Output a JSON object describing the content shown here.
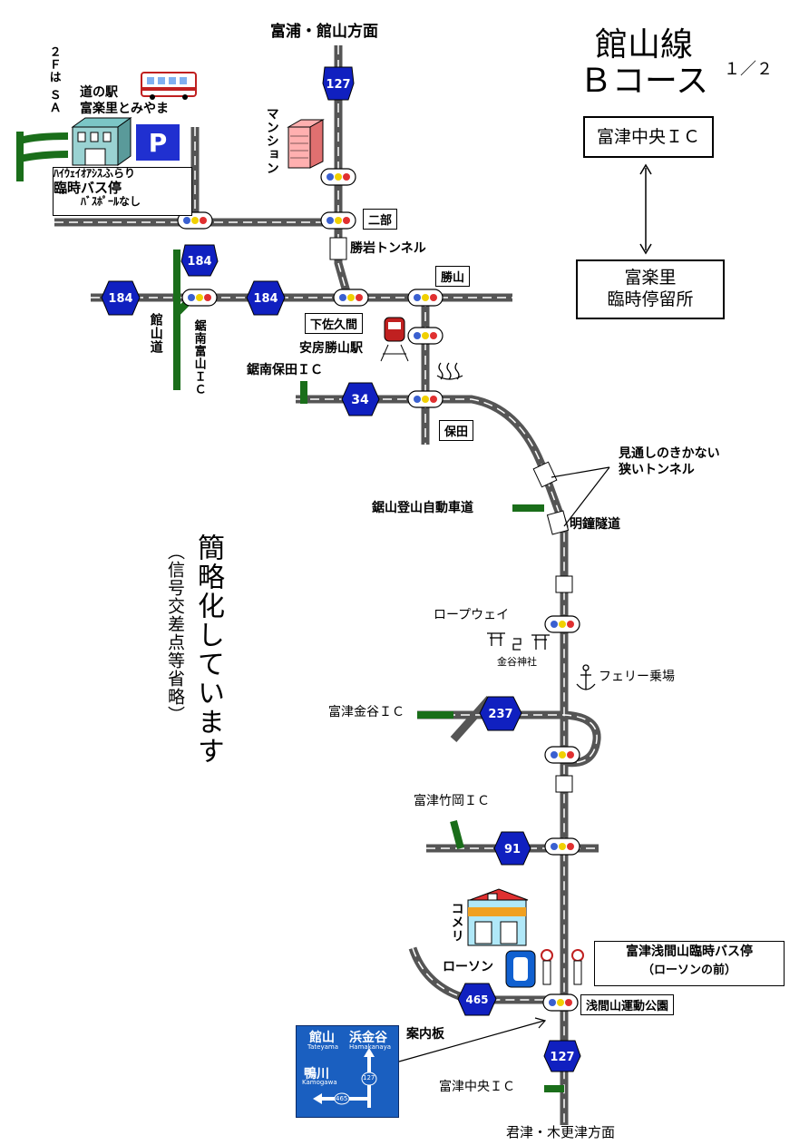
{
  "title": {
    "line1": "館山線",
    "line2": "Ｂコース",
    "page": "１／２"
  },
  "route": {
    "from": "富津中央ＩＣ",
    "to_line1": "富楽里",
    "to_line2": "臨時停留所"
  },
  "directions": {
    "north": "富浦・館山方面",
    "south": "君津・木更津方面"
  },
  "note": {
    "main": "簡略化しています",
    "sub": "（信号交差点等省略）"
  },
  "roads": {
    "r127": "127",
    "r184": "184",
    "r34": "34",
    "r237": "237",
    "r91": "91",
    "r465": "465"
  },
  "places": {
    "michinoeki_1": "道の駅",
    "michinoeki_2": "富楽里とみやま",
    "sa_vertical": "２Ｆは ＳＡ",
    "highway_oasis": "ﾊｲｳｪｲｵｱｼｽふらり",
    "temp_stop": "臨時バス停",
    "no_pole": "ﾊﾞｽﾎﾟｰﾙなし",
    "mansion": "マンション",
    "nibu": "二部",
    "katsuiwa_tunnel": "勝岩トンネル",
    "katsuyama": "勝山",
    "shimosakuma": "下佐久間",
    "awakatsuyama_station": "安房勝山駅",
    "tateyama_road": "館山道",
    "kyonan_tomiyama_ic": "鋸南富山ＩＣ",
    "kyonan_hota_ic": "鋸南保田ＩＣ",
    "hota": "保田",
    "narrow_tunnel_1": "見通しのきかない",
    "narrow_tunnel_2": "狭いトンネル",
    "nokogiri_toll": "鋸山登山自動車道",
    "myosho_tunnel": "明鐘隧道",
    "ropeway": "ロープウェイ",
    "kanaya_shrine": "金谷神社",
    "ferry": "フェリー乗場",
    "futtsu_kanaya_ic": "富津金谷ＩＣ",
    "futtsu_takeoka_ic": "富津竹岡ＩＣ",
    "komeri": "コメリ",
    "lawson": "ローソン",
    "sengenyama_stop_1": "富津浅間山臨時バス停",
    "sengenyama_stop_2": "（ローソンの前）",
    "sengenyama_park": "浅間山運動公園",
    "guide_sign": "案内板",
    "futtsu_chuo_ic": "富津中央ＩＣ"
  },
  "sign": {
    "tateyama": "館山",
    "tateyama_en": "Tateyama",
    "hamakanaya": "浜金谷",
    "hamakanaya_en": "Hamakanaya",
    "kamogawa": "鴨川",
    "kamogawa_en": "Kamogawa",
    "r127": "127",
    "r465": "465"
  },
  "colors": {
    "road": "#555555",
    "road_line": "#ffffff",
    "expressway": "#1a6e1a",
    "route_shield": "#1020c0",
    "sign_bg": "#1a5fc0"
  }
}
